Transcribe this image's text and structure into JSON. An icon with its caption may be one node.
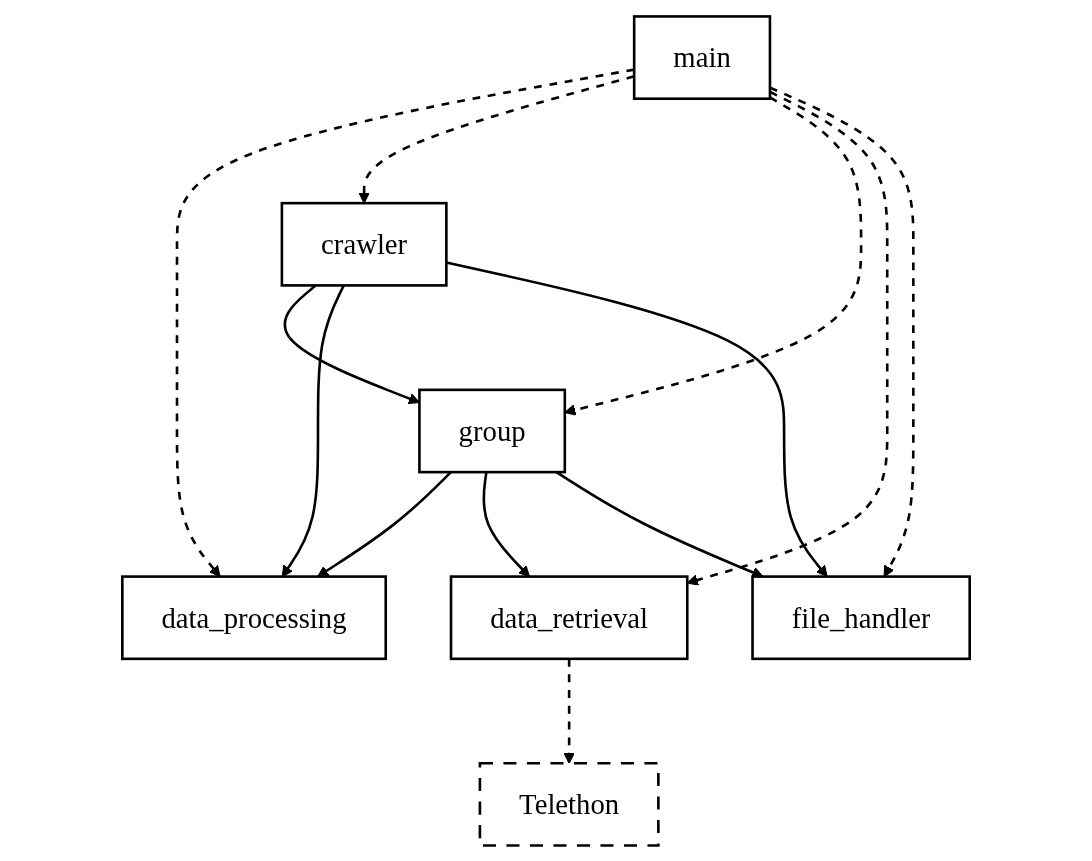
{
  "diagram": {
    "nodes": [
      {
        "text": [
          "main"
        ]
      },
      {
        "text": [
          "crawler"
        ]
      },
      {
        "text": [
          "group"
        ]
      },
      {
        "text": [
          "data_processing"
        ]
      },
      {
        "text": [
          "data_retrieval"
        ]
      },
      {
        "text": [
          "file_handler"
        ]
      },
      {
        "text": [
          "Telethon"
        ]
      }
    ],
    "edges": [
      {
        "from": 0,
        "to": 3,
        "arrow": "to",
        "style": "dashed"
      },
      {
        "from": 0,
        "to": 1,
        "arrow": "to",
        "style": "dashed"
      },
      {
        "from": 0,
        "to": 2,
        "arrow": "to",
        "style": "dashed"
      },
      {
        "from": 0,
        "to": 4,
        "arrow": "to",
        "style": "dashed"
      },
      {
        "from": 0,
        "to": 5,
        "arrow": "to",
        "style": "dashed"
      },
      {
        "from": 1,
        "to": 2,
        "arrow": "to"
      },
      {
        "from": 1,
        "to": 3,
        "arrow": "to"
      },
      {
        "from": 1,
        "to": 5,
        "arrow": "to"
      },
      {
        "from": 2,
        "to": 3,
        "arrow": "to"
      },
      {
        "from": 2,
        "to": 4,
        "arrow": "to"
      },
      {
        "from": 2,
        "to": 5,
        "arrow": "to"
      },
      {
        "from": 4,
        "to": 6,
        "arrow": "to",
        "style": "dashed"
      }
    ]
  }
}
